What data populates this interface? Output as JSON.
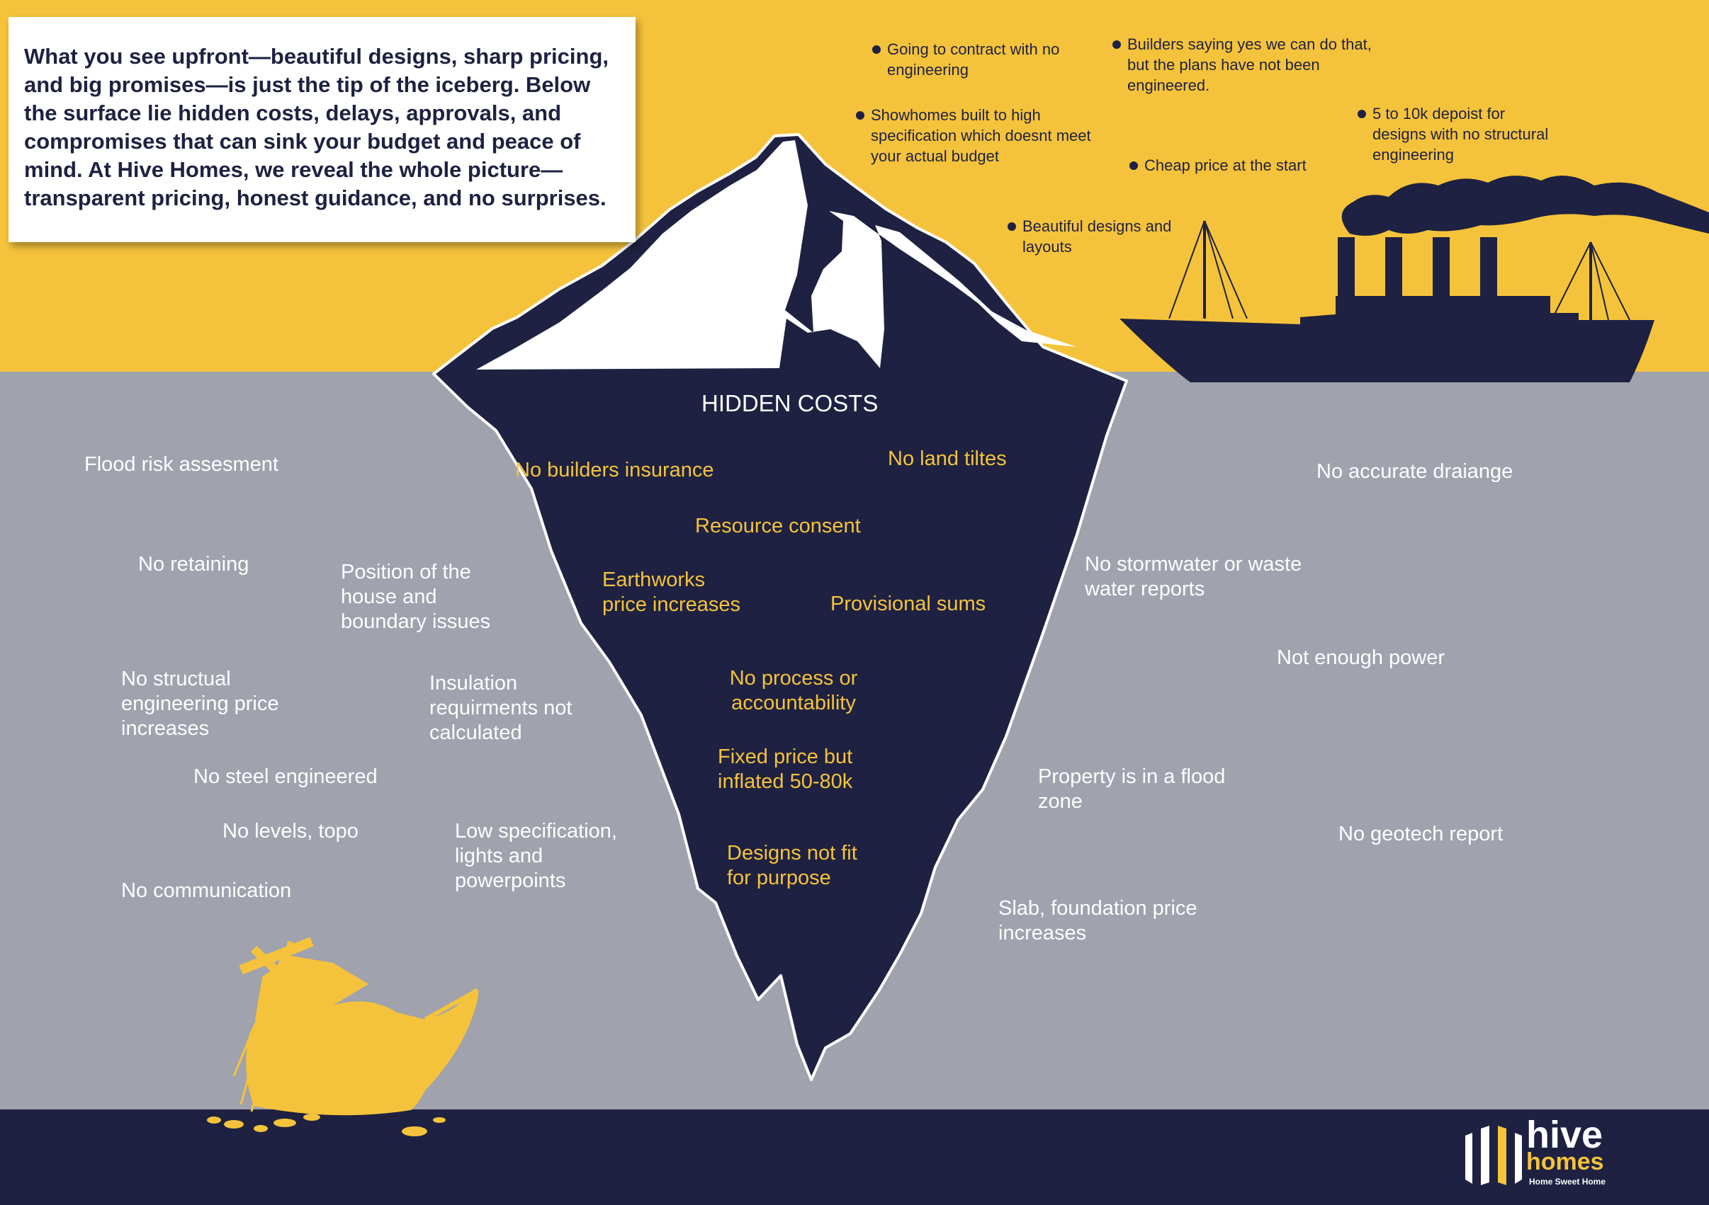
{
  "intro": {
    "text": "What you see upfront—beautiful designs, sharp pricing, and big promises—is just the tip of the iceberg. Below the surface lie hidden costs, delays, approvals, and compromises that can sink your budget and peace of mind. At Hive Homes, we reveal the whole picture—transparent pricing, honest guidance, and no surprises."
  },
  "above_water": {
    "bullets": [
      "Going to contract with no engineering",
      "Builders saying yes we can do that, but the plans have not been engineered.",
      "Showhomes built to high specification which doesnt meet your actual budget",
      "5 to 10k depoist for designs with no structural engineering",
      "Cheap price at the start",
      "Beautiful designs and layouts"
    ]
  },
  "iceberg": {
    "heading": "HIDDEN COSTS",
    "items": [
      "No builders insurance",
      "No land tiltes",
      "Resource consent",
      "Earthworks price increases",
      "Provisional sums",
      "No process or accountability",
      "Fixed price but inflated 50-80k",
      "Designs not fit for purpose"
    ]
  },
  "left_items": [
    "Flood risk assesment",
    "No retaining",
    "Position of the house and boundary issues",
    "No structual engineering price increases",
    "Insulation requirments not calculated",
    "No steel engineered",
    "No levels, topo",
    "Low specification, lights and powerpoints",
    "No communication"
  ],
  "right_items": [
    "No accurate draiange",
    "No stormwater or waste water reports",
    "Not enough power",
    "Property is in a flood zone",
    "No geotech report",
    "Slab, foundation price increases"
  ],
  "logo": {
    "line1": "hive",
    "line2": "homes",
    "tagline": "Home Sweet Home"
  },
  "colors": {
    "sky": "#f5c33b",
    "sea": "#a0a2ad",
    "navy": "#1e2141",
    "accent": "#f5c33b"
  },
  "icons": [
    "iceberg-illustration",
    "ship-icon",
    "shipwreck-icon",
    "hive-logo-bars"
  ]
}
